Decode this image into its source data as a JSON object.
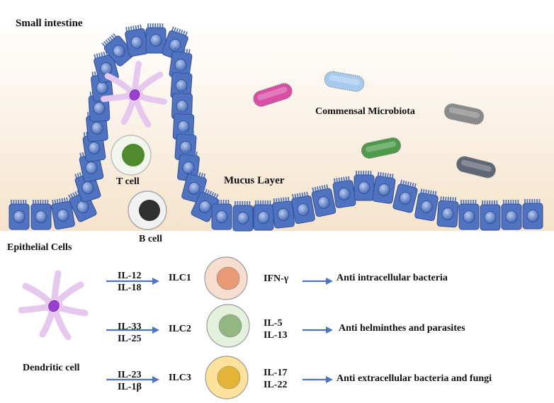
{
  "title": "Small intestine",
  "labels": {
    "epithelial_cells": "Epithelial Cells",
    "mucus_layer": "Mucus Layer",
    "commensal_microbiota": "Commensal Microbiota",
    "t_cell": "T cell",
    "b_cell": "B cell",
    "dendritic_cell": "Dendritic cell"
  },
  "pathways": [
    {
      "inputs": [
        "IL-12",
        "IL-18"
      ],
      "ilc": "ILC1",
      "outputs": [
        "IFN-γ"
      ],
      "effect": "Anti intracellular bacteria",
      "cell_color": "#f7ddd0",
      "nucleus_color": "#e89a74"
    },
    {
      "inputs": [
        "IL-33",
        "IL-25"
      ],
      "ilc": "ILC2",
      "outputs": [
        "IL-5",
        "IL-13"
      ],
      "effect": "Anti helminthes and parasites",
      "cell_color": "#e4f1dc",
      "nucleus_color": "#93b783"
    },
    {
      "inputs": [
        "IL-23",
        "IL-1β"
      ],
      "ilc": "ILC3",
      "outputs": [
        "IL-17",
        "IL-22"
      ],
      "effect": "Anti extracellular bacteria and fungi",
      "cell_color": "#fce29a",
      "nucleus_color": "#e3b436"
    }
  ],
  "colors": {
    "epithelium": "#4f73c0",
    "epithelium_dark": "#2f4f98",
    "mucus": "#f7e8d2",
    "arrow": "#4f74bd",
    "t_cell": "#4f8a2e",
    "b_cell": "#2f2f2f",
    "dendritic": "#e6c8ee",
    "dendritic_nucleus": "#9b3fd0"
  }
}
